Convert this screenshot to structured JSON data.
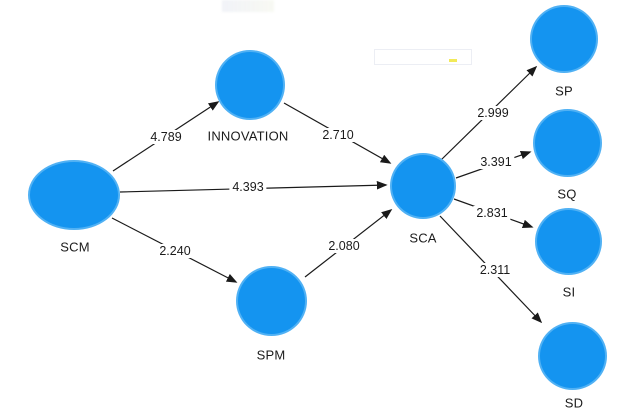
{
  "colors": {
    "node_fill": "#1494F0",
    "edge": "#1A1A1A",
    "text": "#1B1B1B",
    "background": "#FFFFFF"
  },
  "nodes": {
    "scm": {
      "label": "SCM"
    },
    "innovation": {
      "label": "INNOVATION"
    },
    "spm": {
      "label": "SPM"
    },
    "sca": {
      "label": "SCA"
    },
    "sp": {
      "label": "SP"
    },
    "sq": {
      "label": "SQ"
    },
    "si": {
      "label": "SI"
    },
    "sd": {
      "label": "SD"
    }
  },
  "paths": {
    "scm_innovation": {
      "from": "SCM",
      "to": "INNOVATION",
      "value": "4.789"
    },
    "scm_sca": {
      "from": "SCM",
      "to": "SCA",
      "value": "4.393"
    },
    "scm_spm": {
      "from": "SCM",
      "to": "SPM",
      "value": "2.240"
    },
    "innovation_sca": {
      "from": "INNOVATION",
      "to": "SCA",
      "value": "2.710"
    },
    "spm_sca": {
      "from": "SPM",
      "to": "SCA",
      "value": "2.080"
    },
    "sca_sp": {
      "from": "SCA",
      "to": "SP",
      "value": "2.999"
    },
    "sca_sq": {
      "from": "SCA",
      "to": "SQ",
      "value": "3.391"
    },
    "sca_si": {
      "from": "SCA",
      "to": "SI",
      "value": "2.831"
    },
    "sca_sd": {
      "from": "SCA",
      "to": "SD",
      "value": "2.311"
    }
  }
}
